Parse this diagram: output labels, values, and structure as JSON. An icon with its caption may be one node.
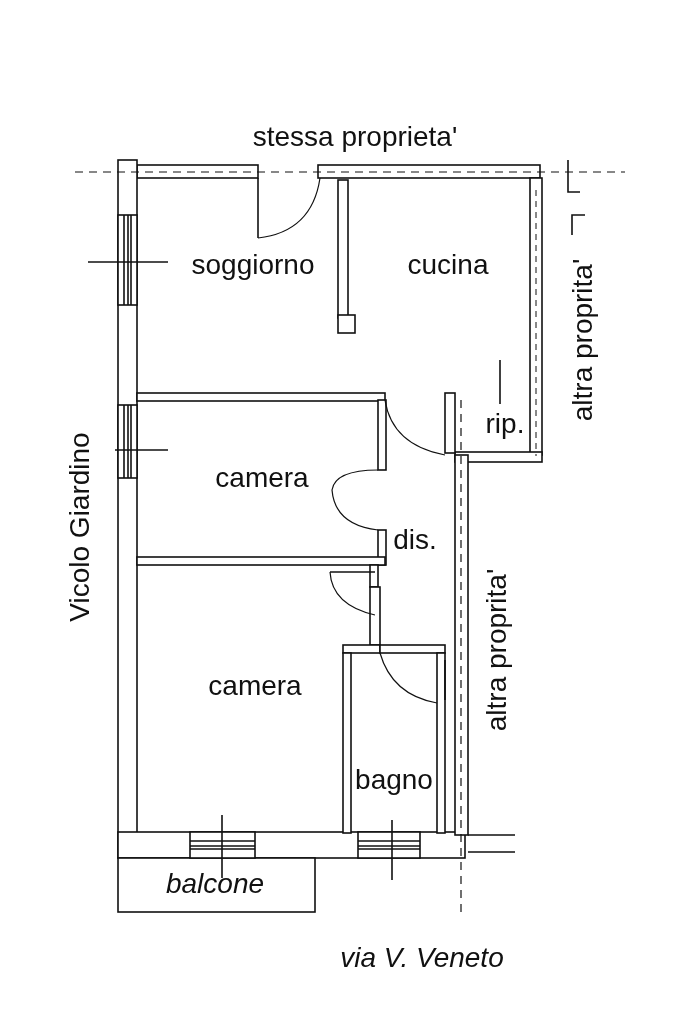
{
  "diagram": {
    "nodes": [
      {
        "text": [
          "soggiorno"
        ]
      },
      {
        "text": [
          "cucina"
        ]
      },
      {
        "text": [
          "rip."
        ]
      },
      {
        "text": [
          "camera"
        ]
      },
      {
        "text": [
          "dis."
        ]
      },
      {
        "text": [
          "camera"
        ]
      },
      {
        "text": [
          "bagno"
        ]
      },
      {
        "text": [
          "balcone"
        ]
      }
    ],
    "labels": [
      "stessa proprieta'",
      "altra proprita'",
      "Vicolo Giardino",
      "altra proprita'",
      "via V. Veneto"
    ]
  }
}
